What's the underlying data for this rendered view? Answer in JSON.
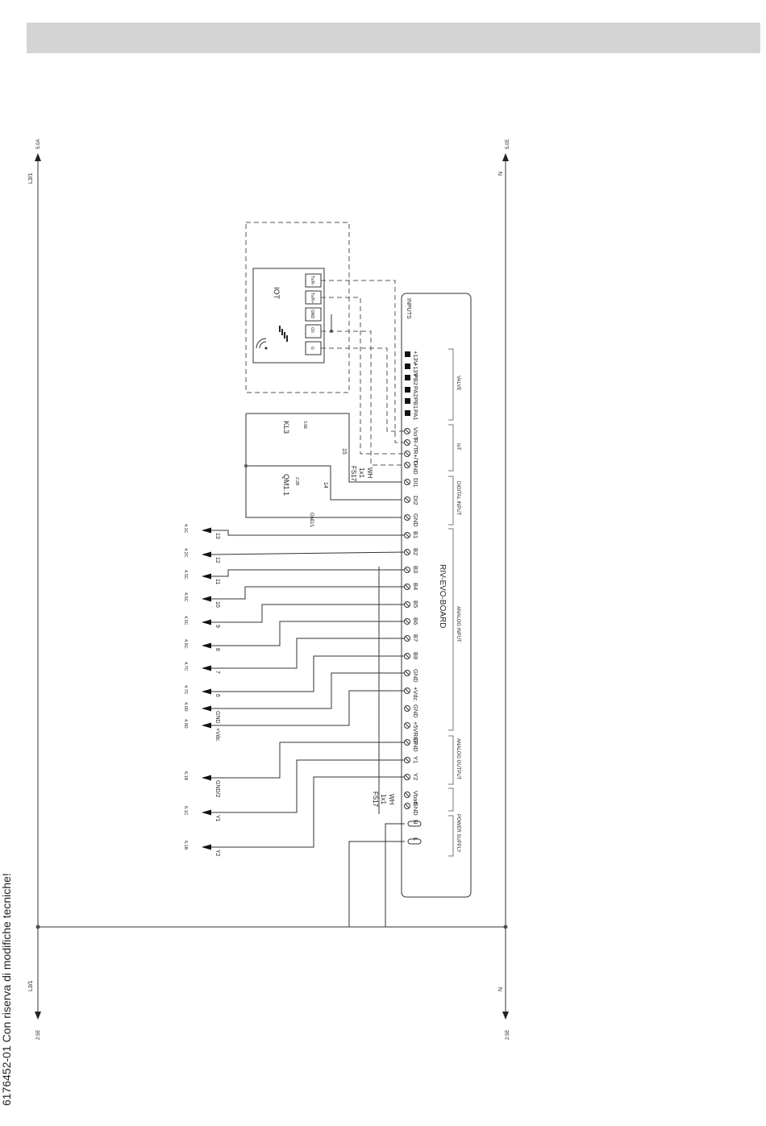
{
  "footer_note": "6176452-01 Con riserva di modifiche tecniche!",
  "rails": {
    "l_top": "L3/1",
    "l_top_ref": "5.0A",
    "l_bottom": "L3/1",
    "l_bottom_ref": "2.5E",
    "n_top": "N",
    "n_top_ref": "5.0E",
    "n_bottom": "N",
    "n_bottom_ref": "2.5E"
  },
  "board": {
    "name": "RIV-EVO-BOARD"
  },
  "groups": {
    "inputs": "INPUTS",
    "valve": "VALVE",
    "iot": "IoT",
    "digital_input": "DIGITAL INPUT",
    "analog_input": "ANALOG INPUT",
    "analog_output": "ANALOG OUTPUT",
    "power_supply": "POWER SUPPLY"
  },
  "terminals": [
    "+13V",
    "+13V",
    "PB2",
    "PA2",
    "PB1",
    "PA1",
    "VIoT",
    "R-/T-",
    "R+/T+",
    "GND",
    "DI1",
    "DI2",
    "GND",
    "B1",
    "B2",
    "B3",
    "B4",
    "B5",
    "B6",
    "B7",
    "B8",
    "GND",
    "+Vdc",
    "GND",
    "+5VREF",
    "GND",
    "Y1",
    "Y2",
    "Vbatt",
    "GND",
    "N",
    "L"
  ],
  "iot_module": {
    "title": "IOT",
    "pins": [
      "Tx/R-",
      "Tx/R+",
      "GND",
      "G0",
      "G"
    ]
  },
  "components": {
    "kl3": "KL3",
    "kl3_ref": "3.6E",
    "qm": "QM1.1",
    "qm_ref": "2.2B",
    "w15": "15",
    "w14": "14",
    "gnd1": "GND/1",
    "fs_top": [
      "FS17",
      "1x1",
      "WH"
    ],
    "fs_bottom": [
      "FS17",
      "1x1",
      "WH"
    ]
  },
  "signals": [
    {
      "wire": "13",
      "ref": "4.1C"
    },
    {
      "wire": "12",
      "ref": "4.2C"
    },
    {
      "wire": "11",
      "ref": "4.3C"
    },
    {
      "wire": "10",
      "ref": "4.5C"
    },
    {
      "wire": "9",
      "ref": "4.5C"
    },
    {
      "wire": "8",
      "ref": "4.6C"
    },
    {
      "wire": "7",
      "ref": "4.7C"
    },
    {
      "wire": "6",
      "ref": "4.7C"
    },
    {
      "wire": "GND",
      "ref": "4.0D"
    },
    {
      "wire": "+Vdc",
      "ref": "4.0D"
    },
    {
      "wire": "GND/2",
      "ref": "6.1B"
    },
    {
      "wire": "Y1",
      "ref": "6.1C"
    },
    {
      "wire": "Y2",
      "ref": "6.1B"
    }
  ]
}
